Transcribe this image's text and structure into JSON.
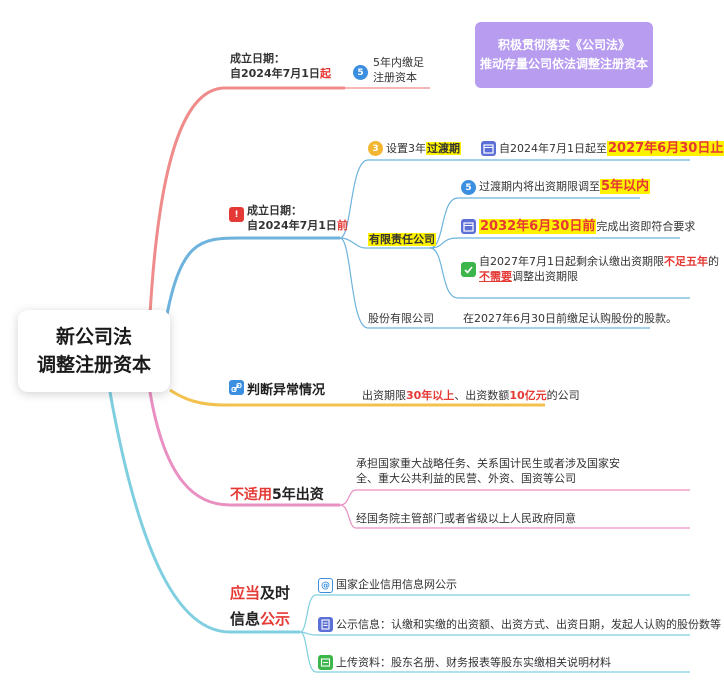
{
  "center": {
    "line1": "新公司法",
    "line2": "调整注册资本"
  },
  "banner": {
    "line1": "积极贯彻落实《公司法》",
    "line2": "推动存量公司依法调整注册资本"
  },
  "branch1": {
    "label_line1": "成立日期：",
    "label_line2_pre": "自2024年7月1日",
    "label_line2_em": "起",
    "badge": "5",
    "child_line1": "5年内缴足",
    "child_line2": "注册资本"
  },
  "branch2": {
    "badge": "!",
    "label_line1": "成立日期：",
    "label_line2_pre": "自2024年7月1日",
    "label_line2_em": "前",
    "transition": {
      "badge": "3",
      "pre": "设置3年",
      "em": "过渡期",
      "detail_pre": "自2024年7月1日起至",
      "detail_em": "2027年6月30日止"
    },
    "llc": {
      "label": "有限责任公司",
      "item1_badge": "5",
      "item1_pre": "过渡期内将出资期限调至",
      "item1_em": "5年以内",
      "item2_em": "2032年6月30日前",
      "item2_post": "完成出资即符合要求",
      "item3_line1_pre": "自2027年7月1日起剩余认缴出资期限",
      "item3_line1_em": "不足五年",
      "item3_line1_post": "的",
      "item3_line2_em": "不需要",
      "item3_line2_post": "调整出资期限"
    },
    "joint_stock": {
      "label": "股份有限公司",
      "detail": "在2027年6月30日前缴足认购股份的股款。"
    }
  },
  "branch3": {
    "label": "判断异常情况",
    "detail_pre": "出资期限",
    "detail_em1": "30年以上",
    "detail_mid": "、出资数额",
    "detail_em2": "10亿元",
    "detail_post": "的公司"
  },
  "branch4": {
    "label_em": "不适用",
    "label_post": "5年出资",
    "item1_line1": "承担国家重大战略任务、关系国计民生或者涉及国家安",
    "item1_line2": "全、重大公共利益的民营、外资、国资等公司",
    "item2": "经国务院主管部门或者省级以上人民政府同意"
  },
  "branch5": {
    "label_line1_em": "应当",
    "label_line1_post": "及时",
    "label_line2_pre": "信息",
    "label_line2_em": "公示",
    "item1": "国家企业信用信息网公示",
    "item2": "公示信息：认缴和实缴的出资额、出资方式、出资日期，发起人认购的股份数等",
    "item3": "上传资料：股东名册、财务报表等股东实缴相关说明材料",
    "item1_badge": "@"
  },
  "colors": {
    "branch1": "#ef8b8b",
    "branch2": "#6db3dd",
    "branch3": "#f2c14e",
    "branch4": "#e98fc2",
    "branch5": "#7fcfe0",
    "accent_red": "#e53935",
    "banner": "#b79cf0"
  },
  "icons": {
    "branch1_badge": "blue-circle-icon",
    "branch2_badge": "red-exclamation-icon",
    "transition_badge": "yellow-circle-icon",
    "calendar": "calendar-icon",
    "check": "check-icon",
    "link": "link-icon",
    "email": "at-icon",
    "document": "document-icon",
    "upload": "upload-icon"
  }
}
